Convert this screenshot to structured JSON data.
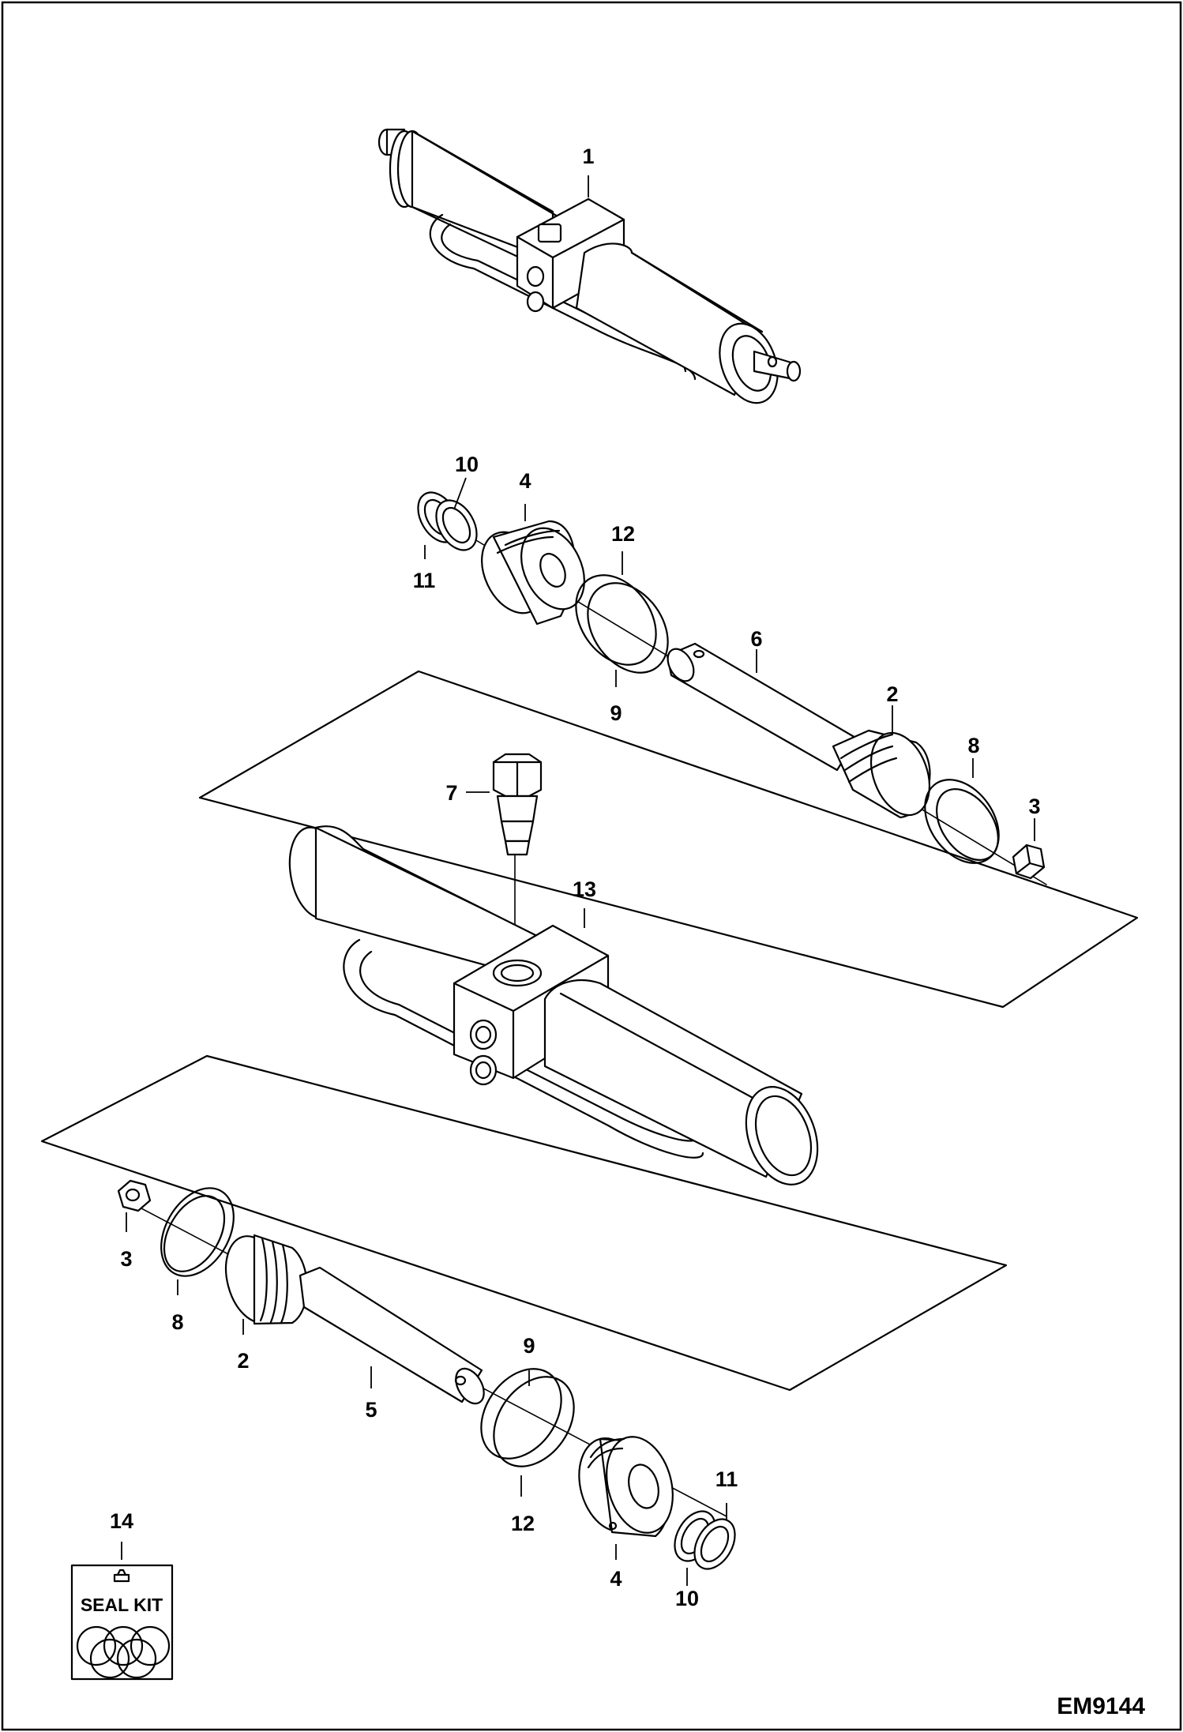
{
  "drawing_id": "EM9144",
  "callouts": [
    {
      "id": "c1",
      "label": "1"
    },
    {
      "id": "c10a",
      "label": "10"
    },
    {
      "id": "c4a",
      "label": "4"
    },
    {
      "id": "c11a",
      "label": "11"
    },
    {
      "id": "c12a",
      "label": "12"
    },
    {
      "id": "c6",
      "label": "6"
    },
    {
      "id": "c9a",
      "label": "9"
    },
    {
      "id": "c2a",
      "label": "2"
    },
    {
      "id": "c8a",
      "label": "8"
    },
    {
      "id": "c7",
      "label": "7"
    },
    {
      "id": "c3a",
      "label": "3"
    },
    {
      "id": "c13",
      "label": "13"
    },
    {
      "id": "c3b",
      "label": "3"
    },
    {
      "id": "c8b",
      "label": "8"
    },
    {
      "id": "c2b",
      "label": "2"
    },
    {
      "id": "c5",
      "label": "5"
    },
    {
      "id": "c9b",
      "label": "9"
    },
    {
      "id": "c12b",
      "label": "12"
    },
    {
      "id": "c11b",
      "label": "11"
    },
    {
      "id": "c4b",
      "label": "4"
    },
    {
      "id": "c10b",
      "label": "10"
    },
    {
      "id": "c14",
      "label": "14"
    }
  ],
  "seal_kit": {
    "label": "SEAL KIT"
  }
}
